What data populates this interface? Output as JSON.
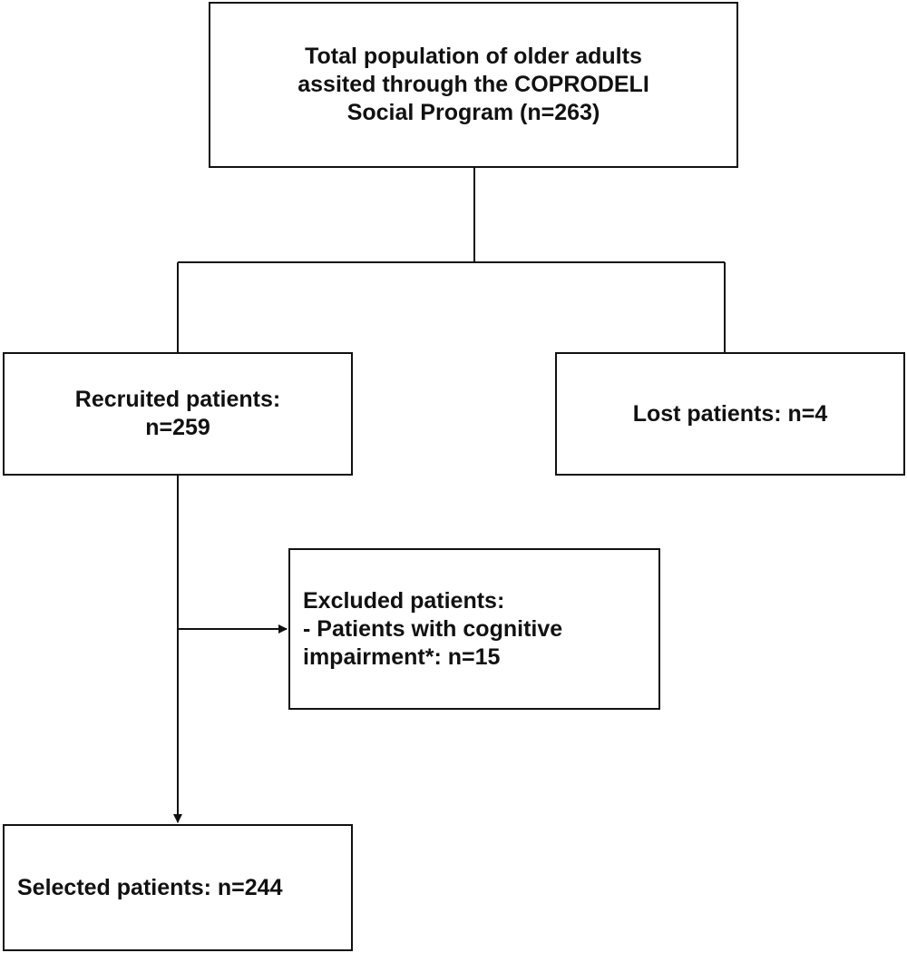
{
  "flowchart": {
    "total": {
      "line1": "Total population of older adults",
      "line2": "assited through the COPRODELI",
      "line3": "Social Program (n=263)"
    },
    "recruited": {
      "line1": "Recruited patients:",
      "line2": "n=259"
    },
    "lost": {
      "line1": "Lost patients: n=4"
    },
    "excluded": {
      "line1": "Excluded patients:",
      "line2": "- Patients with cognitive",
      "line3": "impairment*: n=15"
    },
    "selected": {
      "line1": "Selected patients: n=244"
    }
  }
}
